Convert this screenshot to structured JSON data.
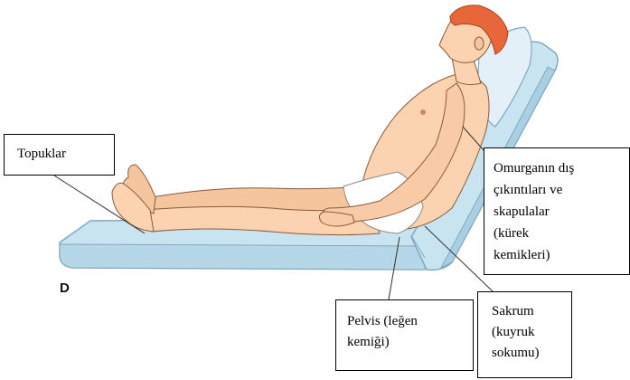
{
  "figure": {
    "panel_letter": "D",
    "labels": {
      "topuklar": "Topuklar",
      "omurga": "Omurganın dış\nçıkıntıları ve\nskapulalar\n(kürek\nkemikleri)",
      "pelvis": "Pelvis (leğen\nkemiği)",
      "sakrum": "Sakrum\n(kuyruk\nsokumu)"
    },
    "colors": {
      "mattress": "#c9e4f1",
      "mattress_edge": "#7fa9bf",
      "skin": "#fbd3b0",
      "skin_outline": "#8a5a3a",
      "hair": "#e8673a",
      "shorts": "#ffffff",
      "pillow": "#e3f0f7"
    }
  }
}
